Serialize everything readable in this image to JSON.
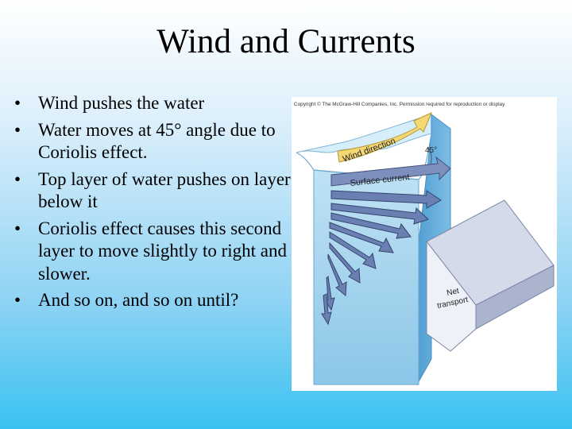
{
  "slide": {
    "title": "Wind and Currents",
    "bullets": [
      "Wind pushes the water",
      "Water moves at 45° angle due to Coriolis effect.",
      "Top layer of water pushes on layer below it",
      "Coriolis effect causes this second layer to move slightly to right and slower.",
      "And so on, and so on until?"
    ],
    "bullet_symbol": "•"
  },
  "figure": {
    "copyright": "Copyright © The McGraw-Hill Companies, Inc. Permission required for reproduction or display.",
    "wind_direction_label": "Wind direction",
    "angle_label": "45°",
    "surface_current_label": "Surface current",
    "net_transport_line1": "Net",
    "net_transport_line2": "transport"
  },
  "colors": {
    "water_face": "#a9d6ef",
    "water_side": "#5aa9d8",
    "arrow_fill": "#6f86b6",
    "wind_arrow": "#f3d46e",
    "net_block": "#c6cde0"
  }
}
